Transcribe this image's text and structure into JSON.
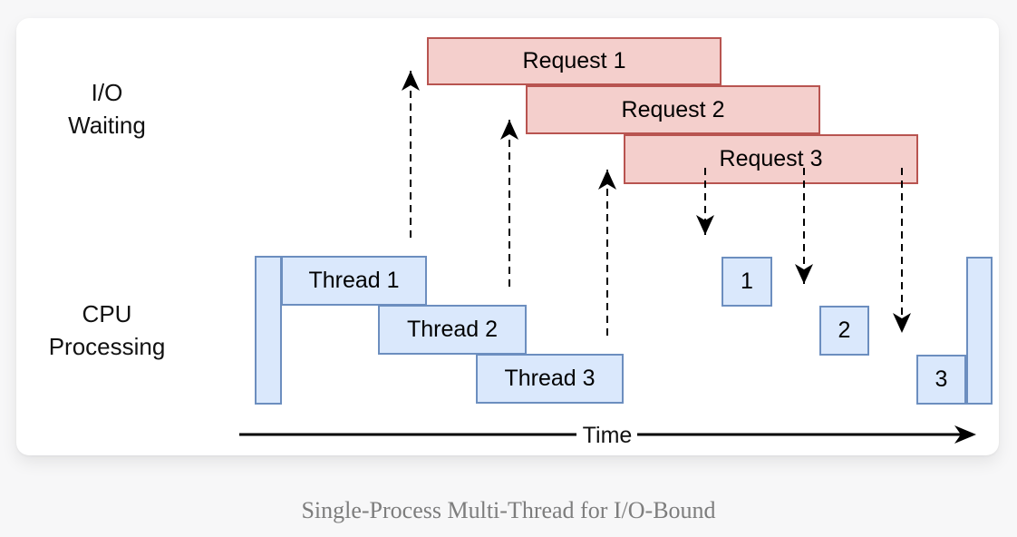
{
  "labels": {
    "io": [
      "I/O",
      "Waiting"
    ],
    "cpu": [
      "CPU",
      "Processing"
    ]
  },
  "requests": [
    "Request 1",
    "Request 2",
    "Request 3"
  ],
  "threads": [
    "Thread 1",
    "Thread 2",
    "Thread 3"
  ],
  "results": [
    "1",
    "2",
    "3"
  ],
  "time_label": "Time",
  "caption": "Single-Process Multi-Thread for I/O-Bound",
  "colors": {
    "request_fill": "#f4cfcc",
    "request_stroke": "#b85450",
    "thread_fill": "#dae8fc",
    "thread_stroke": "#6c8ebf",
    "arrow": "#000000",
    "caption_text": "#7d7d7d",
    "page_bg": "#f7f7f8",
    "card_bg": "#ffffff"
  }
}
